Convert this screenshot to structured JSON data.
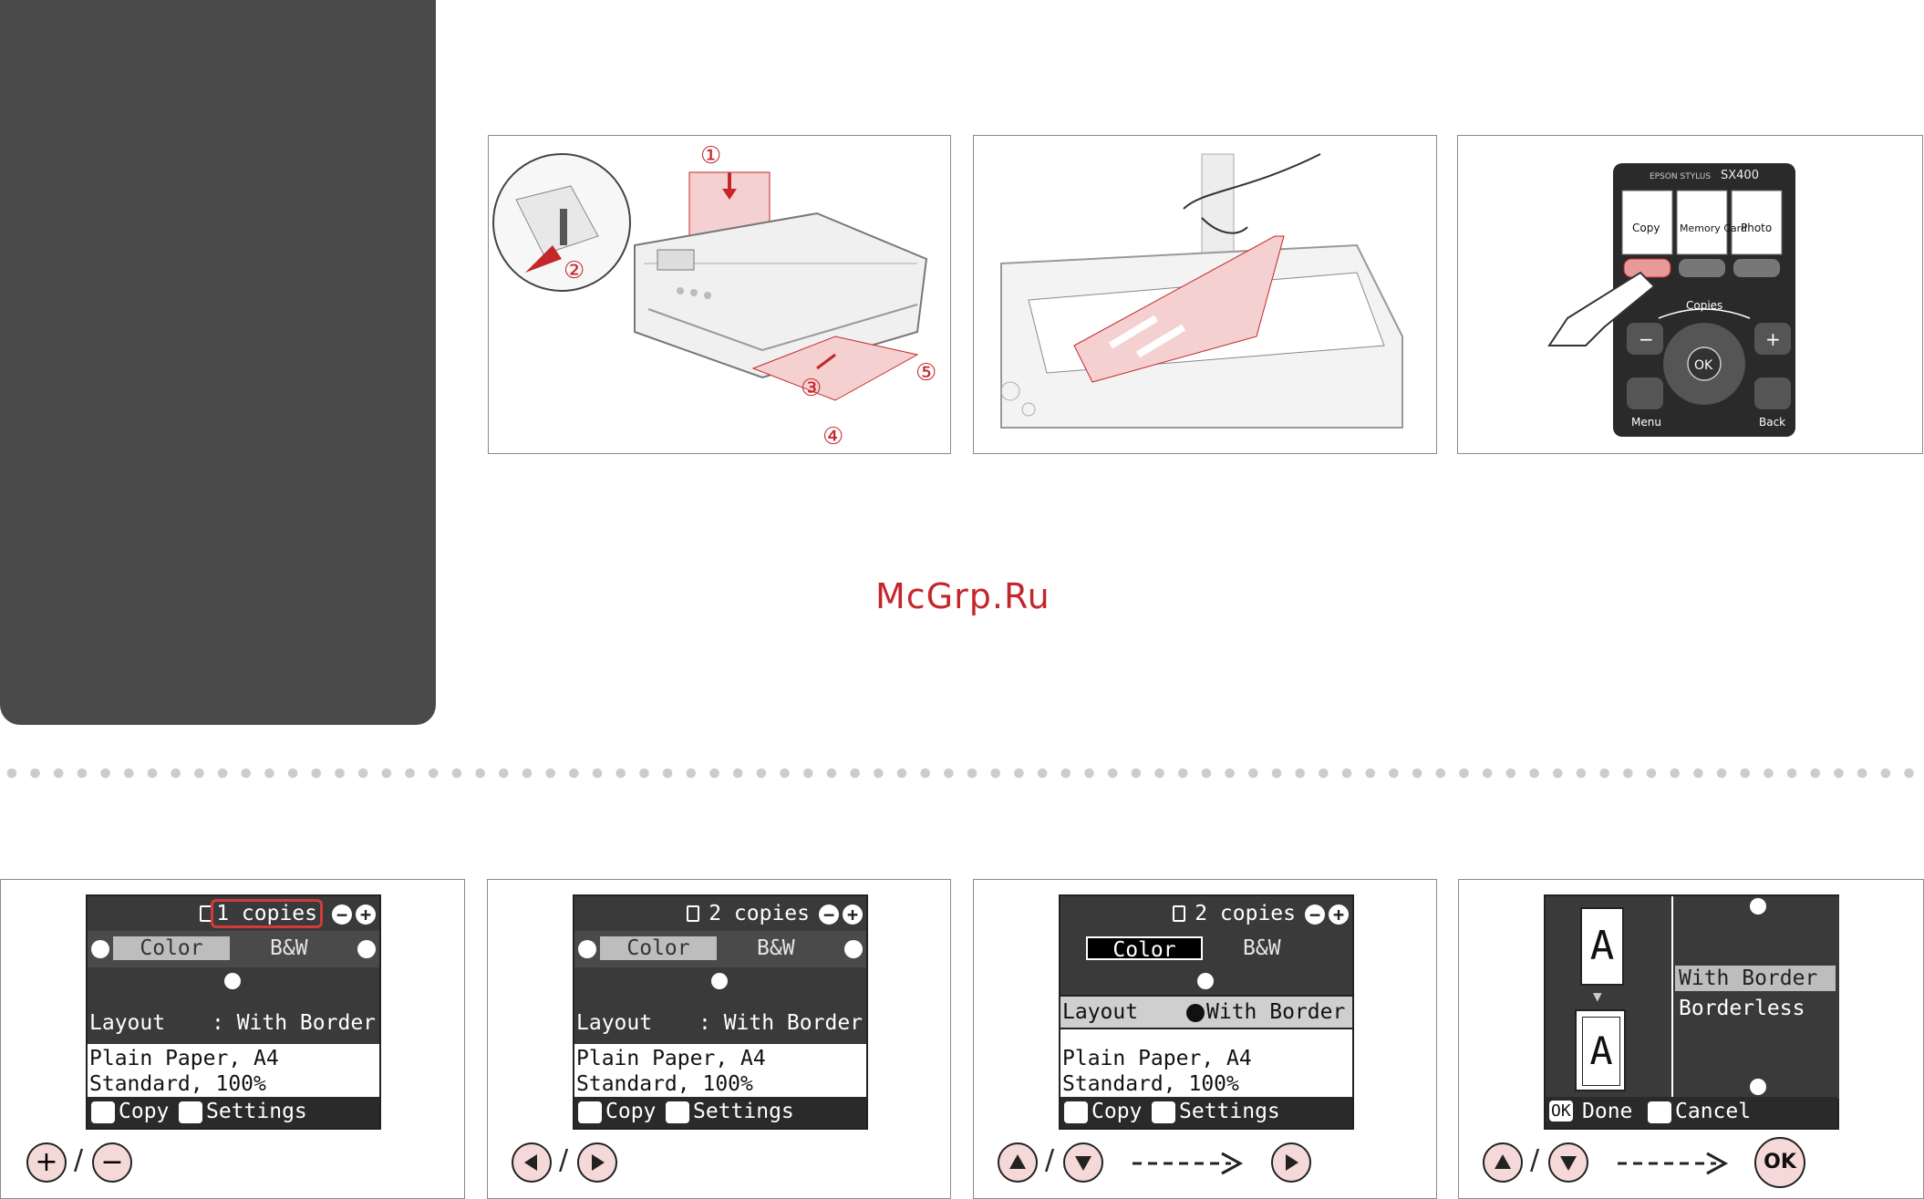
{
  "watermark": "McGrp.Ru",
  "step_labels": [
    "①",
    "②",
    "③",
    "④",
    "⑤"
  ],
  "control_panel": {
    "brand": "EPSON STYLUS",
    "model": "SX400",
    "modes": [
      "Copy",
      "Memory Card",
      "Photo"
    ],
    "copies_label": "Copies",
    "ok_label": "OK",
    "menu_label": "Menu",
    "back_label": "Back",
    "minus": "−",
    "plus": "+"
  },
  "screens": [
    {
      "copies": "1 copies",
      "color_selected": "Color",
      "color_other": "B&W",
      "layout_label": "Layout",
      "layout_value": ": With Border",
      "paper": "Plain Paper, A4",
      "quality": "Standard, 100%",
      "foot_copy": "Copy",
      "foot_settings": "Settings"
    },
    {
      "copies": "2 copies",
      "color_selected": "Color",
      "color_other": "B&W",
      "layout_label": "Layout",
      "layout_value": ": With Border",
      "paper": "Plain Paper, A4",
      "quality": "Standard, 100%",
      "foot_copy": "Copy",
      "foot_settings": "Settings"
    },
    {
      "copies": "2 copies",
      "color_selected": "Color",
      "color_other": "B&W",
      "layout_label": "Layout",
      "layout_value": "With Border",
      "paper": "Plain Paper, A4",
      "quality": "Standard, 100%",
      "foot_copy": "Copy",
      "foot_settings": "Settings"
    }
  ],
  "layout_screen": {
    "letter": "A",
    "options": [
      "With Border",
      "Borderless"
    ],
    "foot_ok": "OK",
    "foot_done": "Done",
    "foot_cancel": "Cancel"
  },
  "buttons": {
    "plus": "+",
    "minus": "−",
    "slash": "/",
    "ok": "OK"
  },
  "colors": {
    "accent_red": "#c4272a",
    "paper_pink": "#f5d8d8",
    "dark_panel": "#4a4a4a"
  }
}
